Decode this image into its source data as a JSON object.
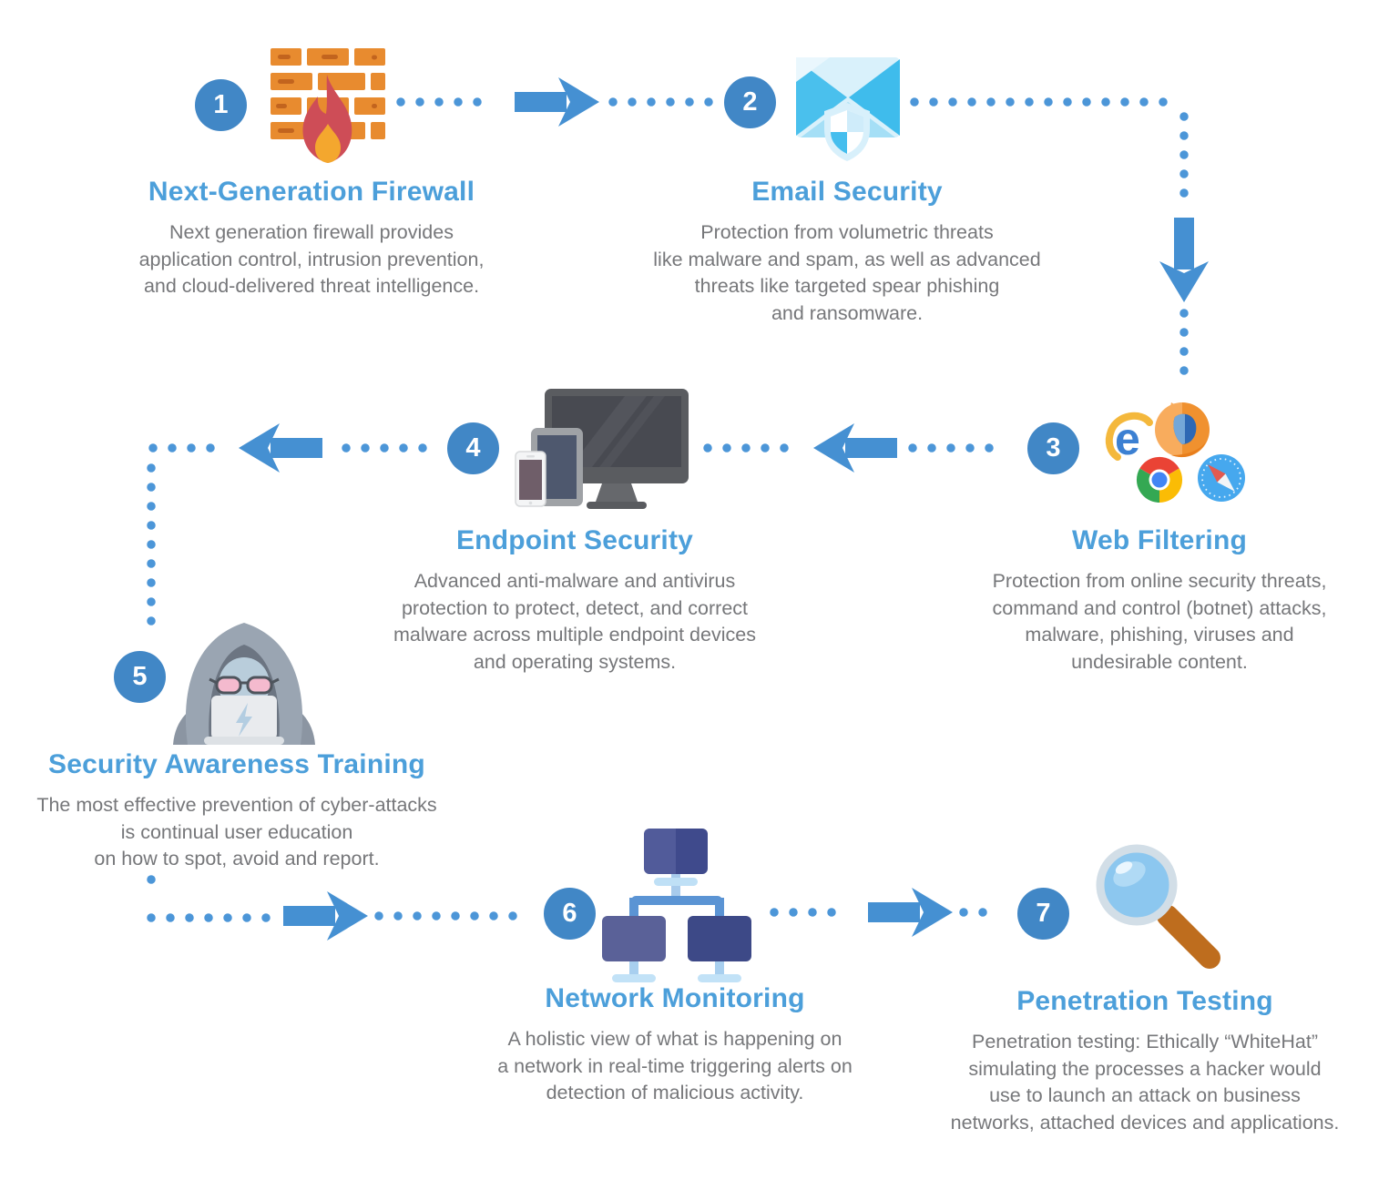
{
  "colors": {
    "accent_blue": "#4C96D8",
    "badge_blue": "#4187C6",
    "title_blue": "#4C9FDA",
    "body_gray": "#76777A"
  },
  "steps": [
    {
      "number": "1",
      "title": "Next-Generation Firewall",
      "description": "Next generation firewall provides\napplication control, intrusion prevention,\nand cloud-delivered threat intelligence.",
      "icon": "firewall-icon"
    },
    {
      "number": "2",
      "title": "Email Security",
      "description": "Protection from volumetric threats\nlike malware and spam, as well as advanced\nthreats like targeted spear phishing\nand ransomware.",
      "icon": "email-shield-icon"
    },
    {
      "number": "3",
      "title": "Web Filtering",
      "description": "Protection from online security threats,\ncommand and control (botnet) attacks,\nmalware, phishing, viruses and\nundesirable content.",
      "icon": "web-browsers-icon"
    },
    {
      "number": "4",
      "title": "Endpoint Security",
      "description": "Advanced anti-malware and antivirus\nprotection to protect, detect, and correct\nmalware across multiple endpoint devices\nand operating systems.",
      "icon": "endpoint-devices-icon"
    },
    {
      "number": "5",
      "title": "Security Awareness Training",
      "description": "The most effective prevention of cyber-attacks\nis continual user education\non how to spot, avoid and report.",
      "icon": "hacker-laptop-icon"
    },
    {
      "number": "6",
      "title": "Network Monitoring",
      "description": "A holistic view of what is happening on\na network in real-time triggering alerts on\ndetection of malicious activity.",
      "icon": "network-monitors-icon"
    },
    {
      "number": "7",
      "title": "Penetration Testing",
      "description": "Penetration testing: Ethically “WhiteHat”\nsimulating the processes a hacker would\nuse to launch an attack on business\nnetworks, attached devices and applications.",
      "icon": "magnifier-icon"
    }
  ]
}
